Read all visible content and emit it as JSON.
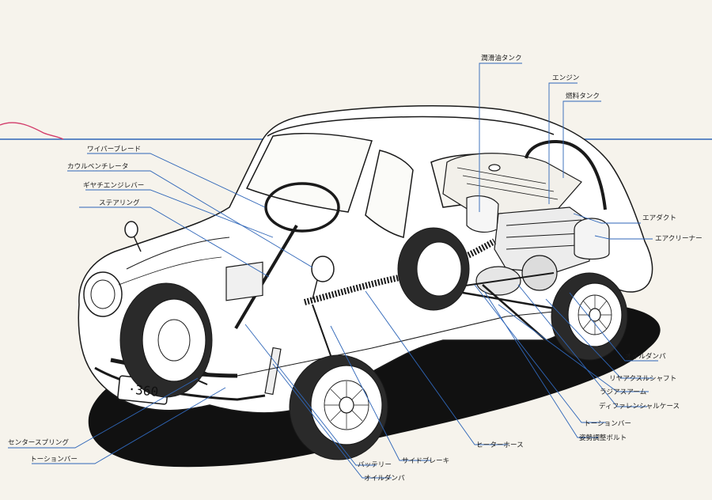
{
  "page": {
    "background": "#f6f3ec"
  },
  "colors": {
    "leader": "#2f66b8",
    "ink": "#1a1a1a",
    "shadow": "#111111",
    "pink_ribbon": "#d23b6a",
    "body_fill": "#ffffff"
  },
  "diagram": {
    "license_plate": "·360",
    "labels": {
      "lubricant_tank": "潤滑油タンク",
      "engine": "エンジン",
      "fuel_tank": "燃料タンク",
      "air_duct": "エアダクト",
      "air_cleaner": "エアクリーナー",
      "wiper_blade": "ワイパーブレード",
      "cowl_ventilator": "カウルベンチレータ",
      "gear_shift_lever": "ギヤチエンジレバー",
      "steering": "ステアリング",
      "oil_damper_rear": "オイルダンパ",
      "rear_axle_shaft": "リヤアクスルシャフト",
      "radius_arm": "ラジアスアーム",
      "differential_case": "ディファレンシャルケース",
      "torsion_bar_rear": "トーションバー",
      "attitude_bolt": "姿勢調整ボルト",
      "heater_hose": "ヒーターホース",
      "side_brake": "サイドブレーキ",
      "battery": "バッテリー",
      "oil_damper_front": "オイルダンパ",
      "center_spring": "センタースプリング",
      "torsion_bar_front": "トーションバー"
    }
  }
}
